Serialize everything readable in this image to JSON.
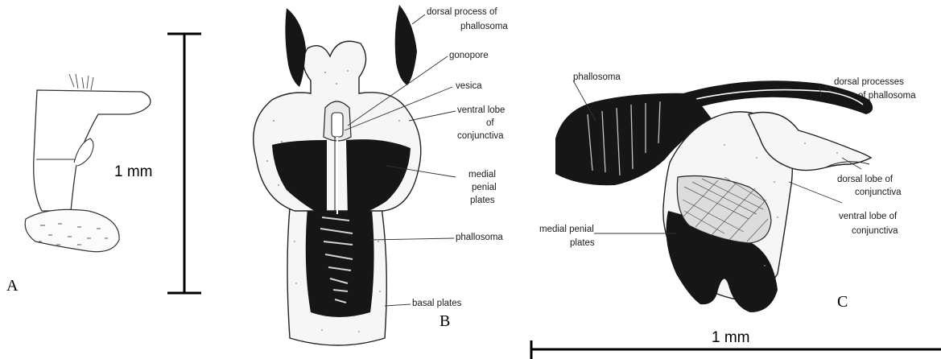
{
  "panels": {
    "a": "A",
    "b": "B",
    "c": "C"
  },
  "scale_bars": {
    "left": "1 mm",
    "bottom": "1 mm"
  },
  "labels_b": {
    "dorsal_process_1": "dorsal process of",
    "dorsal_process_2": "phallosoma",
    "gonopore": "gonopore",
    "vesica": "vesica",
    "ventral_lobe_1": "ventral lobe",
    "ventral_lobe_2": "of",
    "ventral_lobe_3": "conjunctiva",
    "medial_penial_1": "medial",
    "medial_penial_2": "penial",
    "medial_penial_3": "plates",
    "phallosoma": "phallosoma",
    "basal_plates": "basal plates"
  },
  "labels_c": {
    "phallosoma": "phallosoma",
    "dorsal_processes_1": "dorsal processes",
    "dorsal_processes_2": "of phallosoma",
    "dorsal_lobe_1": "dorsal lobe of",
    "dorsal_lobe_2": "conjunctiva",
    "ventral_lobe_1": "ventral lobe of",
    "ventral_lobe_2": "conjunctiva",
    "medial_penial_1": "medial penial",
    "medial_penial_2": "plates"
  }
}
